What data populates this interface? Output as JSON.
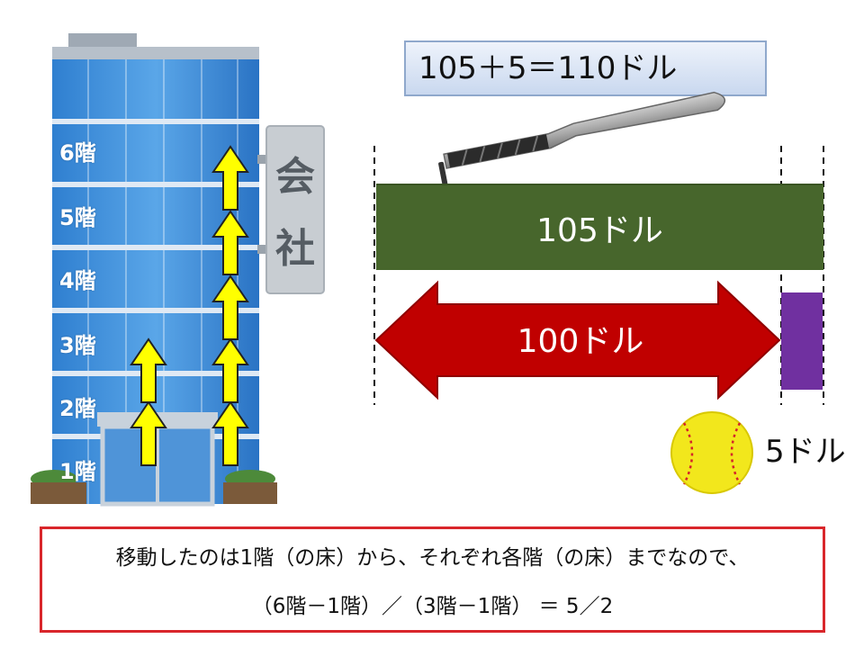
{
  "building": {
    "floors": [
      "6階",
      "5階",
      "4階",
      "3階",
      "2階",
      "1階"
    ],
    "sign_chars": [
      "会",
      "社"
    ]
  },
  "formula": "105＋5＝110ドル",
  "bars": {
    "total_label": "105ドル",
    "arrow_label": "100ドル",
    "small_label": "5ドル"
  },
  "note": {
    "line1": "移動したのは1階（の床）から、それぞれ各階（の床）までなので、",
    "line2": "（6階－1階）／（3階－1階） ＝ 5／2"
  },
  "colors": {
    "bar_green": "#47662c",
    "arrow_red": "#c00000",
    "bar_purple": "#7030a0",
    "floor_arrow_yellow": "#ffff00",
    "note_border": "#d9262b"
  }
}
